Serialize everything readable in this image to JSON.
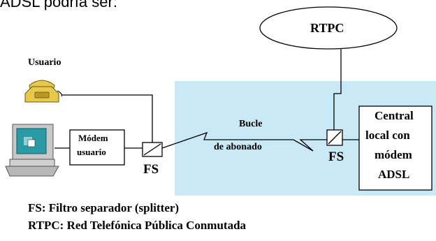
{
  "caption": "ADSL podría ser:",
  "labels": {
    "rtpc": "RTPC",
    "usuario": "Usuario",
    "modem_usuario_1": "Módem",
    "modem_usuario_2": "usuario",
    "fs_left": "FS",
    "fs_right": "FS",
    "bucle_1": "Bucle",
    "bucle_2": "de abonado",
    "central_1": "Central",
    "central_2": "local con",
    "central_3": "módem",
    "central_4": "ADSL"
  },
  "legend": [
    "FS: Filtro separador (splitter)",
    "RTPC: Red Telefónica Pública Conmutada"
  ],
  "colors": {
    "region_fill": "#c9e9f7",
    "phone": "#e8c84a",
    "monitor_screen": "#2a9aa6",
    "computer_body": "#c8c8c8",
    "line": "#000000"
  }
}
